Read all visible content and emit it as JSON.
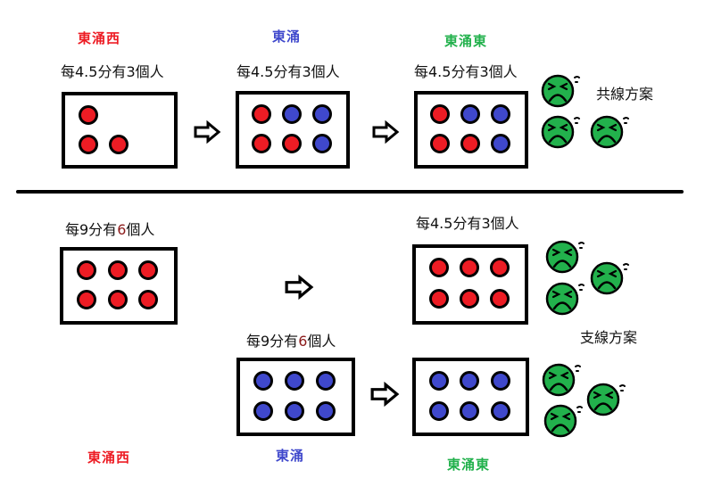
{
  "colors": {
    "red": "#ed1c24",
    "blue": "#3f48cc",
    "green": "#22b14c",
    "station_west": "#ed1c24",
    "station_mid": "#3f48cc",
    "station_east": "#22b14c",
    "highlight": "#8b1a1a"
  },
  "shared_scheme": {
    "label": "共線方案",
    "stations": [
      {
        "name": "東涌西",
        "color": "#ed1c24"
      },
      {
        "name": "東涌",
        "color": "#3f48cc"
      },
      {
        "name": "東涌東",
        "color": "#22b14c"
      }
    ],
    "rates": [
      {
        "prefix": "每4.5分有",
        "count": "3",
        "suffix": "個人"
      },
      {
        "prefix": "每4.5分有",
        "count": "3",
        "suffix": "個人"
      },
      {
        "prefix": "每4.5分有",
        "count": "3",
        "suffix": "個人"
      }
    ],
    "trains": [
      {
        "dots": [
          "red",
          null,
          null,
          "red",
          "red",
          null
        ]
      },
      {
        "dots": [
          "red",
          "blue",
          "blue",
          "red",
          "red",
          "blue"
        ]
      },
      {
        "dots": [
          "red",
          "blue",
          "blue",
          "red",
          "red",
          "blue"
        ]
      }
    ],
    "unhappy_faces": 3
  },
  "branch_scheme": {
    "label": "支線方案",
    "stations": [
      {
        "name": "東涌西",
        "color": "#ed1c24"
      },
      {
        "name": "東涌",
        "color": "#3f48cc"
      },
      {
        "name": "東涌東",
        "color": "#22b14c"
      }
    ],
    "west_rate": {
      "prefix": "每9分有",
      "count": "6",
      "suffix": "個人"
    },
    "mid_rate": {
      "prefix": "每9分有",
      "count": "6",
      "suffix": "個人"
    },
    "east_rate": {
      "prefix": "每4.5分有",
      "count": "3",
      "suffix": "個人"
    },
    "trains": {
      "west": {
        "dots": [
          "red",
          "red",
          "red",
          "red",
          "red",
          "red"
        ]
      },
      "east_from_west": {
        "dots": [
          "red",
          "red",
          "red",
          "red",
          "red",
          "red"
        ]
      },
      "mid": {
        "dots": [
          "blue",
          "blue",
          "blue",
          "blue",
          "blue",
          "blue"
        ]
      },
      "east_from_mid": {
        "dots": [
          "blue",
          "blue",
          "blue",
          "blue",
          "blue",
          "blue"
        ]
      }
    },
    "unhappy_faces_upper": 3,
    "unhappy_faces_lower": 3
  }
}
